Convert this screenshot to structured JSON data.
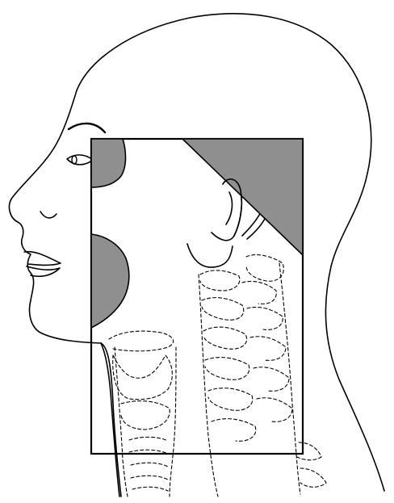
{
  "figure": {
    "type": "lateral head and neck line illustration with rectangular field",
    "shield_color": "#8f8f8f",
    "line_color": "#000000",
    "background": "#ffffff",
    "shielded_blocks": [
      "orbit-block",
      "mouth-block",
      "posterior-corner-block"
    ]
  }
}
